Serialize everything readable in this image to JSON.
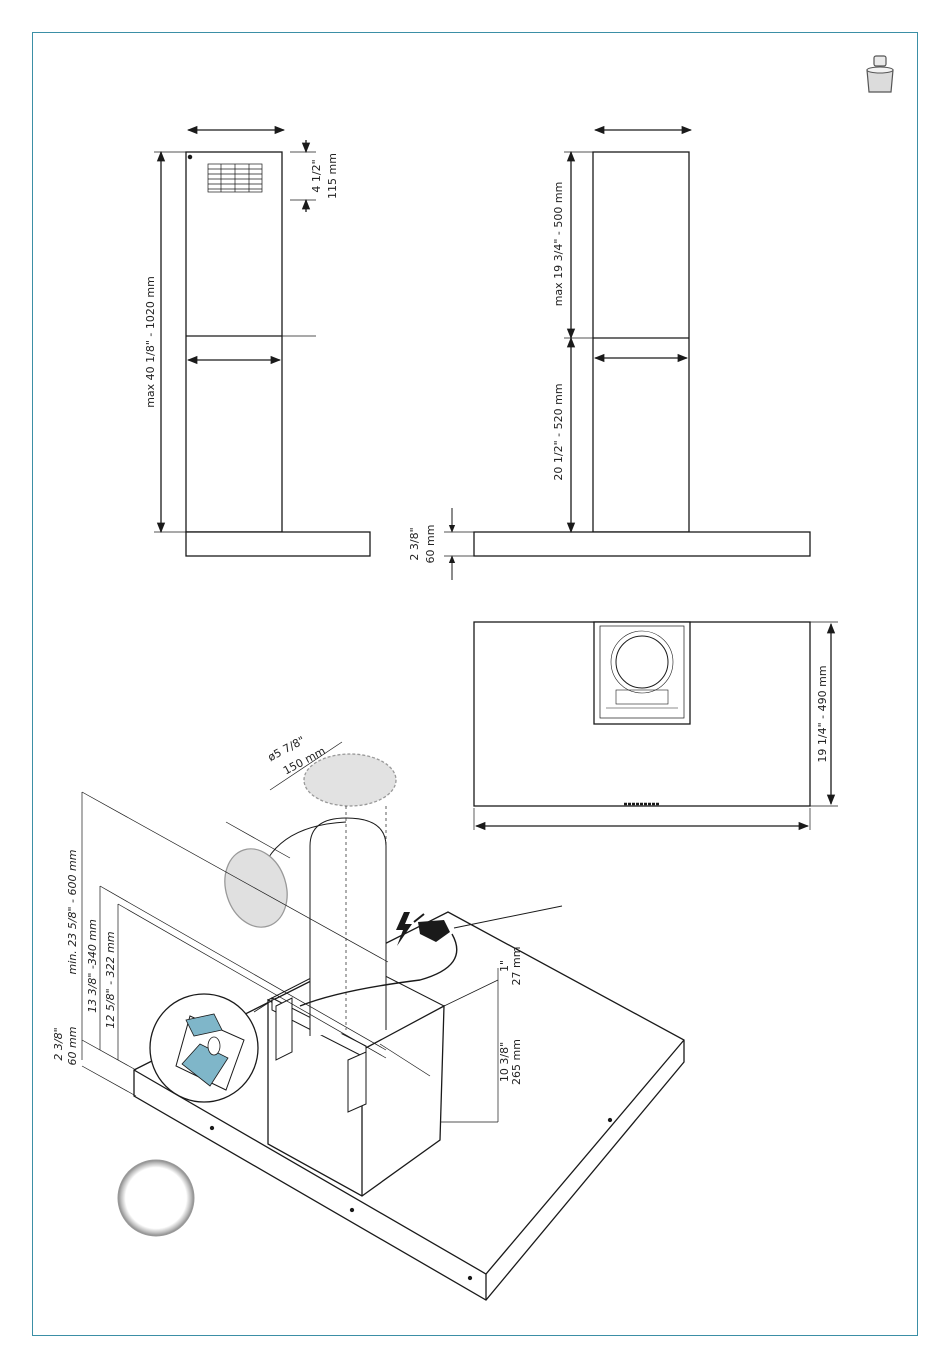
{
  "colors": {
    "frame": "#3b8fa6",
    "line": "#1a1a1a",
    "bracket": "#7fb6c9",
    "duct_fill": "#d6d6d6"
  },
  "icons": [
    "weight-icon",
    "electric-plug-icon",
    "lightning-icon",
    "circle-mark-icon"
  ],
  "front_view": {
    "dim_vent_inch": "4 1/2\"",
    "dim_vent_mm": "115 mm",
    "dim_total_height": "max 40 1/8\" - 1020 mm",
    "dim_canopy_inch": "2 3/8\"",
    "dim_canopy_mm": "60 mm"
  },
  "side_view": {
    "dim_upper_chimney": "max 19 3/4\" - 500 mm",
    "dim_lower_chimney": "20 1/2\" - 520 mm"
  },
  "top_view": {
    "dim_depth": "19 1/4\" - 490 mm"
  },
  "iso_view": {
    "dim_duct_dia_inch": "ø5 7/8\"",
    "dim_duct_dia_mm": "150 mm",
    "dim_min_height": "min. 23 5/8\" - 600 mm",
    "dim_bracket_a": "13 3/8\" -340 mm",
    "dim_bracket_b": "12 5/8\" - 322 mm",
    "dim_canopy_inch": "2 3/8\"",
    "dim_canopy_mm": "60 mm",
    "dim_top_inch": "1\"",
    "dim_top_mm": "27 mm",
    "dim_box_inch": "10 3/8\"",
    "dim_box_mm": "265 mm"
  }
}
